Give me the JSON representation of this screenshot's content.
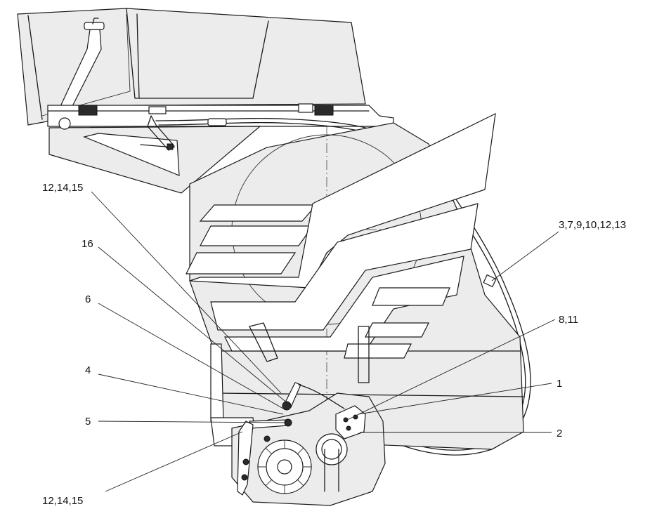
{
  "callouts": [
    {
      "id": "c1",
      "text": "12,14,15"
    },
    {
      "id": "c2",
      "text": "16"
    },
    {
      "id": "c3",
      "text": "6"
    },
    {
      "id": "c4",
      "text": "4"
    },
    {
      "id": "c5",
      "text": "5"
    },
    {
      "id": "c6",
      "text": "12,14,15"
    },
    {
      "id": "c7",
      "text": "3,7,9,10,12,13"
    },
    {
      "id": "c8",
      "text": "8,11"
    },
    {
      "id": "c9",
      "text": "1"
    },
    {
      "id": "c10",
      "text": "2"
    }
  ]
}
